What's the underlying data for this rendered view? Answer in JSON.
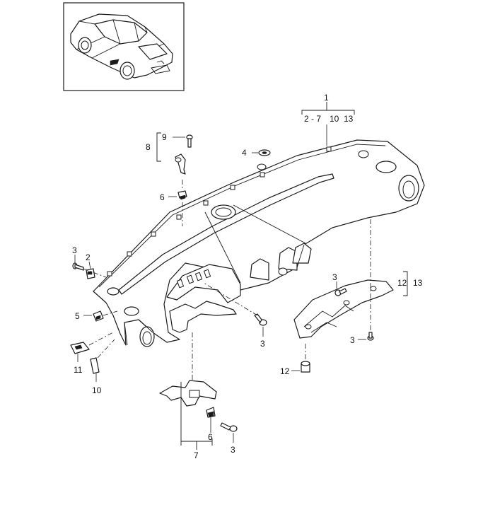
{
  "callouts": {
    "c1": "1",
    "c1_sub": "2 - 7",
    "c1_10": "10",
    "c1_13": "13",
    "c2": "2",
    "c3a": "3",
    "c3b": "3",
    "c3c": "3",
    "c3d": "3",
    "c3e": "3",
    "c4": "4",
    "c5": "5",
    "c6a": "6",
    "c6b": "6",
    "c7": "7",
    "c8": "8",
    "c9": "9",
    "c10": "10",
    "c11": "11",
    "c12a": "12",
    "c12b": "12",
    "c13": "13"
  }
}
